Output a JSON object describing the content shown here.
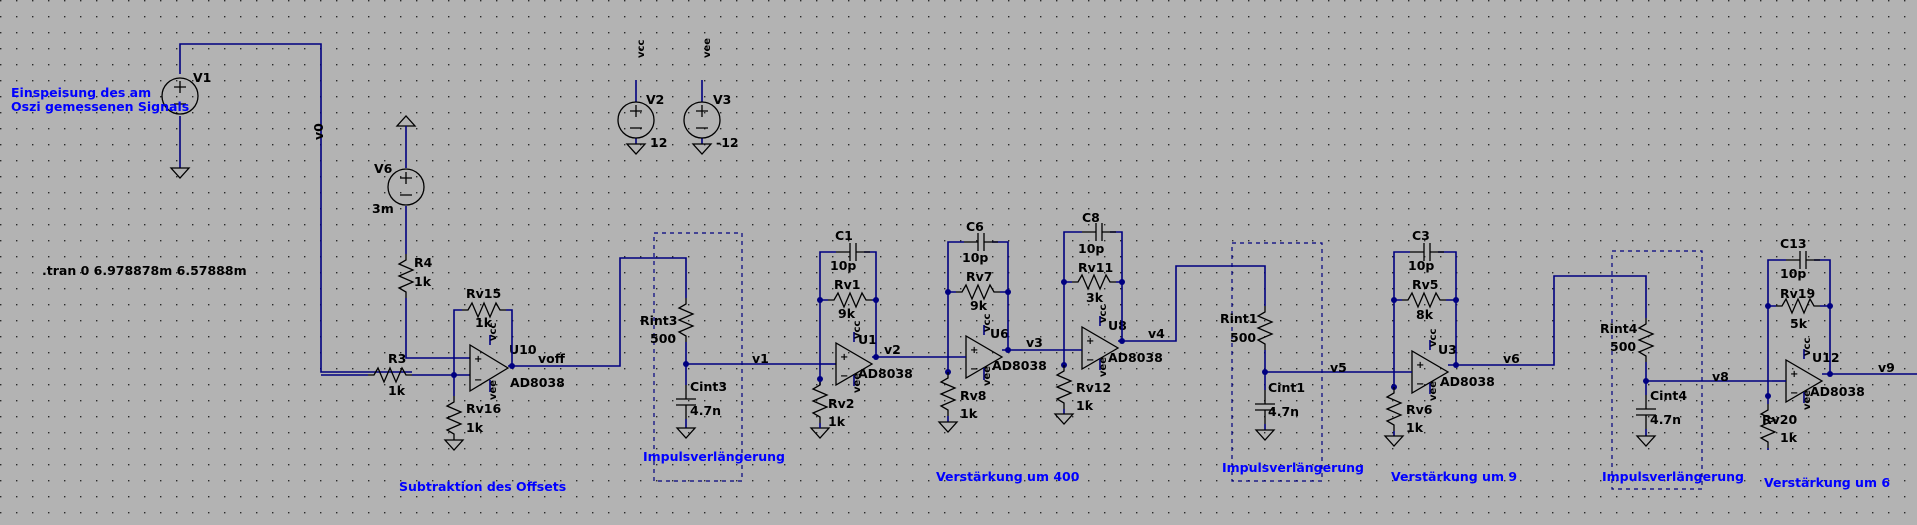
{
  "sources": {
    "v1": {
      "name": "V1"
    },
    "v2": {
      "name": "V2",
      "value": "12"
    },
    "v3": {
      "name": "V3",
      "value": "-12"
    },
    "v6": {
      "name": "V6",
      "value": "3m"
    }
  },
  "rails": {
    "vcc": "vcc",
    "vee": "vee"
  },
  "nets": {
    "v0": "v0",
    "voff": "voff",
    "v1": "v1",
    "v2": "v2",
    "v3": "v3",
    "v4": "v4",
    "v5": "v5",
    "v6": "v6",
    "v8": "v8",
    "v9": "v9"
  },
  "directive": ".tran 0 6.978878m 6.57888m",
  "comments": {
    "input_line1": "Einspeisung des am",
    "input_line2": "Oszi gemessenen Signals",
    "offset": "Subtraktion des Offsets",
    "pulse1": "Impulsverlängerung",
    "gain400": "Verstärkung um 400",
    "pulse2": "Impulsverlängerung",
    "gain9": "Verstärkung um 9",
    "pulse3": "Impulsverlängerung",
    "gain6": "Verstärkung um 6"
  },
  "opamps": {
    "model": "AD8038",
    "u10": "U10",
    "u1": "U1",
    "u6": "U6",
    "u8": "U8",
    "u3": "U3",
    "u12": "U12"
  },
  "resistors": {
    "r4": {
      "name": "R4",
      "value": "1k"
    },
    "r3": {
      "name": "R3",
      "value": "1k"
    },
    "rv15": {
      "name": "Rv15",
      "value": "1k"
    },
    "rv16": {
      "name": "Rv16",
      "value": "1k"
    },
    "rint3": {
      "name": "Rint3",
      "value": "500"
    },
    "rv1": {
      "name": "Rv1",
      "value": "9k"
    },
    "rv2": {
      "name": "Rv2",
      "value": "1k"
    },
    "rv7": {
      "name": "Rv7",
      "value": "9k"
    },
    "rv8": {
      "name": "Rv8",
      "value": "1k"
    },
    "rv11": {
      "name": "Rv11",
      "value": "3k"
    },
    "rv12": {
      "name": "Rv12",
      "value": "1k"
    },
    "rint1": {
      "name": "Rint1",
      "value": "500"
    },
    "rv5": {
      "name": "Rv5",
      "value": "8k"
    },
    "rv6": {
      "name": "Rv6",
      "value": "1k"
    },
    "rint4": {
      "name": "Rint4",
      "value": "500"
    },
    "rv19": {
      "name": "Rv19",
      "value": "5k"
    },
    "rv20": {
      "name": "Rv20",
      "value": "1k"
    }
  },
  "capacitors": {
    "cint3": {
      "name": "Cint3",
      "value": "4.7n"
    },
    "c1": {
      "name": "C1",
      "value": "10p"
    },
    "c6": {
      "name": "C6",
      "value": "10p"
    },
    "c8": {
      "name": "C8",
      "value": "10p"
    },
    "cint1": {
      "name": "Cint1",
      "value": "4.7n"
    },
    "c3": {
      "name": "C3",
      "value": "10p"
    },
    "cint4": {
      "name": "Cint4",
      "value": "4.7n"
    },
    "c13": {
      "name": "C13",
      "value": "10p"
    }
  }
}
